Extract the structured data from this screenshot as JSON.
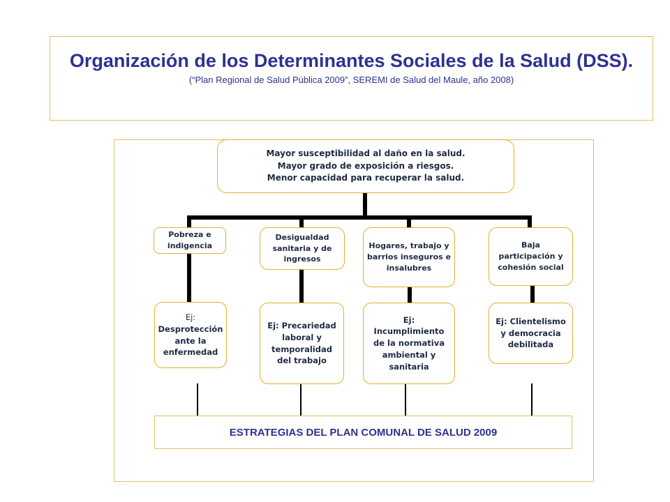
{
  "header": {
    "title": "Organización de los Determinantes Sociales de la Salud (DSS).",
    "subtitle": "(“Plan Regional de Salud Pública 2009”, SEREMI de Salud del Maule, año 2008)"
  },
  "top_node": {
    "lines": [
      "Mayor susceptibilidad  al daño en la salud.",
      "Mayor grado de exposición a riesgos.",
      "Menor capacidad para  recuperar la salud."
    ]
  },
  "categories": [
    {
      "label": "Pobreza e indigencia"
    },
    {
      "label": "Desigualdad sanitaria y  de ingresos"
    },
    {
      "label": "Hogares, trabajo  y barrios  inseguros e insalubres"
    },
    {
      "label": "Baja participación y cohesión  social"
    }
  ],
  "examples": [
    {
      "prefix": "Ej:",
      "label": "Desprotección ante la enfermedad"
    },
    {
      "prefix": "",
      "label": "Ej: Precariedad laboral y temporalidad del trabajo"
    },
    {
      "prefix": "",
      "label": "Ej: Incumplimiento de la normativa ambiental y sanitaria"
    },
    {
      "prefix": "",
      "label": "Ej: Clientelismo y democracia debilitada"
    }
  ],
  "bottom": {
    "label": "ESTRATEGIAS DEL PLAN COMUNAL  DE SALUD 2009"
  },
  "colors": {
    "title": "#2e3192",
    "node_border": "#e0b030",
    "frame_border": "#e0c060",
    "connector": "#000000"
  }
}
